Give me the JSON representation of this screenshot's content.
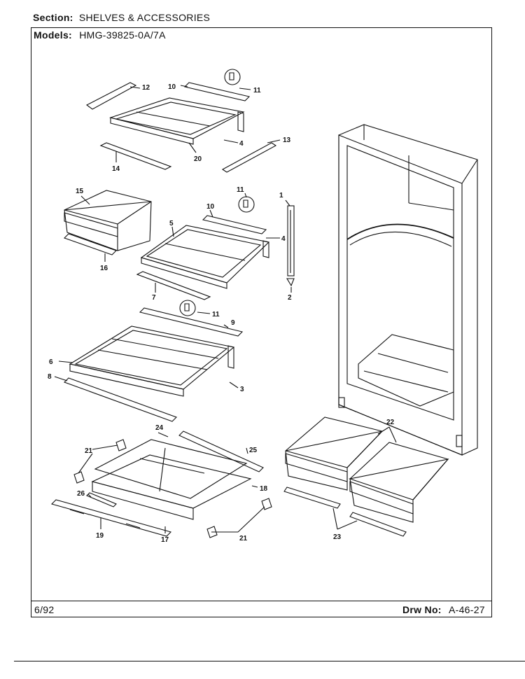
{
  "header": {
    "section_label": "Section:",
    "section_value": "SHELVES & ACCESSORIES",
    "models_label": "Models:",
    "models_value": "HMG-39825-0A/7A"
  },
  "footer": {
    "date": "6/92",
    "drawing_label": "Drw No:",
    "drawing_number": "A-46-27"
  },
  "callouts": {
    "p1": "1",
    "p2": "2",
    "p3": "3",
    "p4a": "4",
    "p4b": "4",
    "p5": "5",
    "p6": "6",
    "p7": "7",
    "p8": "8",
    "p9": "9",
    "p10a": "10",
    "p10b": "10",
    "p11a": "11",
    "p11b": "11",
    "p11c": "11",
    "p12": "12",
    "p13": "13",
    "p14": "14",
    "p15": "15",
    "p16": "16",
    "p17": "17",
    "p18": "18",
    "p19": "19",
    "p20": "20",
    "p21a": "21",
    "p21b": "21",
    "p22": "22",
    "p23": "23",
    "p24": "24",
    "p25": "25",
    "p26": "26"
  }
}
